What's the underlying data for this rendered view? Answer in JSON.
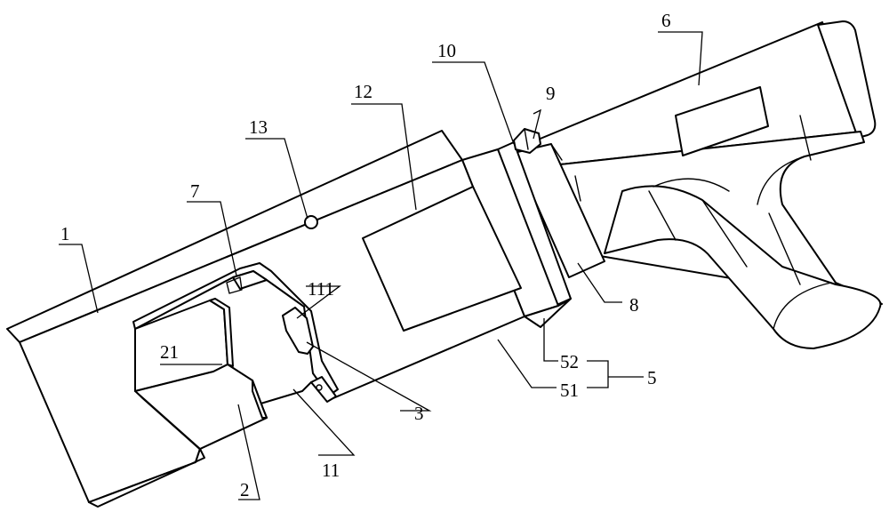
{
  "labels": {
    "l1": "1",
    "l2": "2",
    "l21": "21",
    "l3": "3",
    "l5": "5",
    "l51": "51",
    "l52": "52",
    "l6": "6",
    "l7": "7",
    "l8": "8",
    "l9": "9",
    "l10": "10",
    "l11": "11",
    "l111": "111",
    "l12": "12",
    "l13": "13"
  }
}
